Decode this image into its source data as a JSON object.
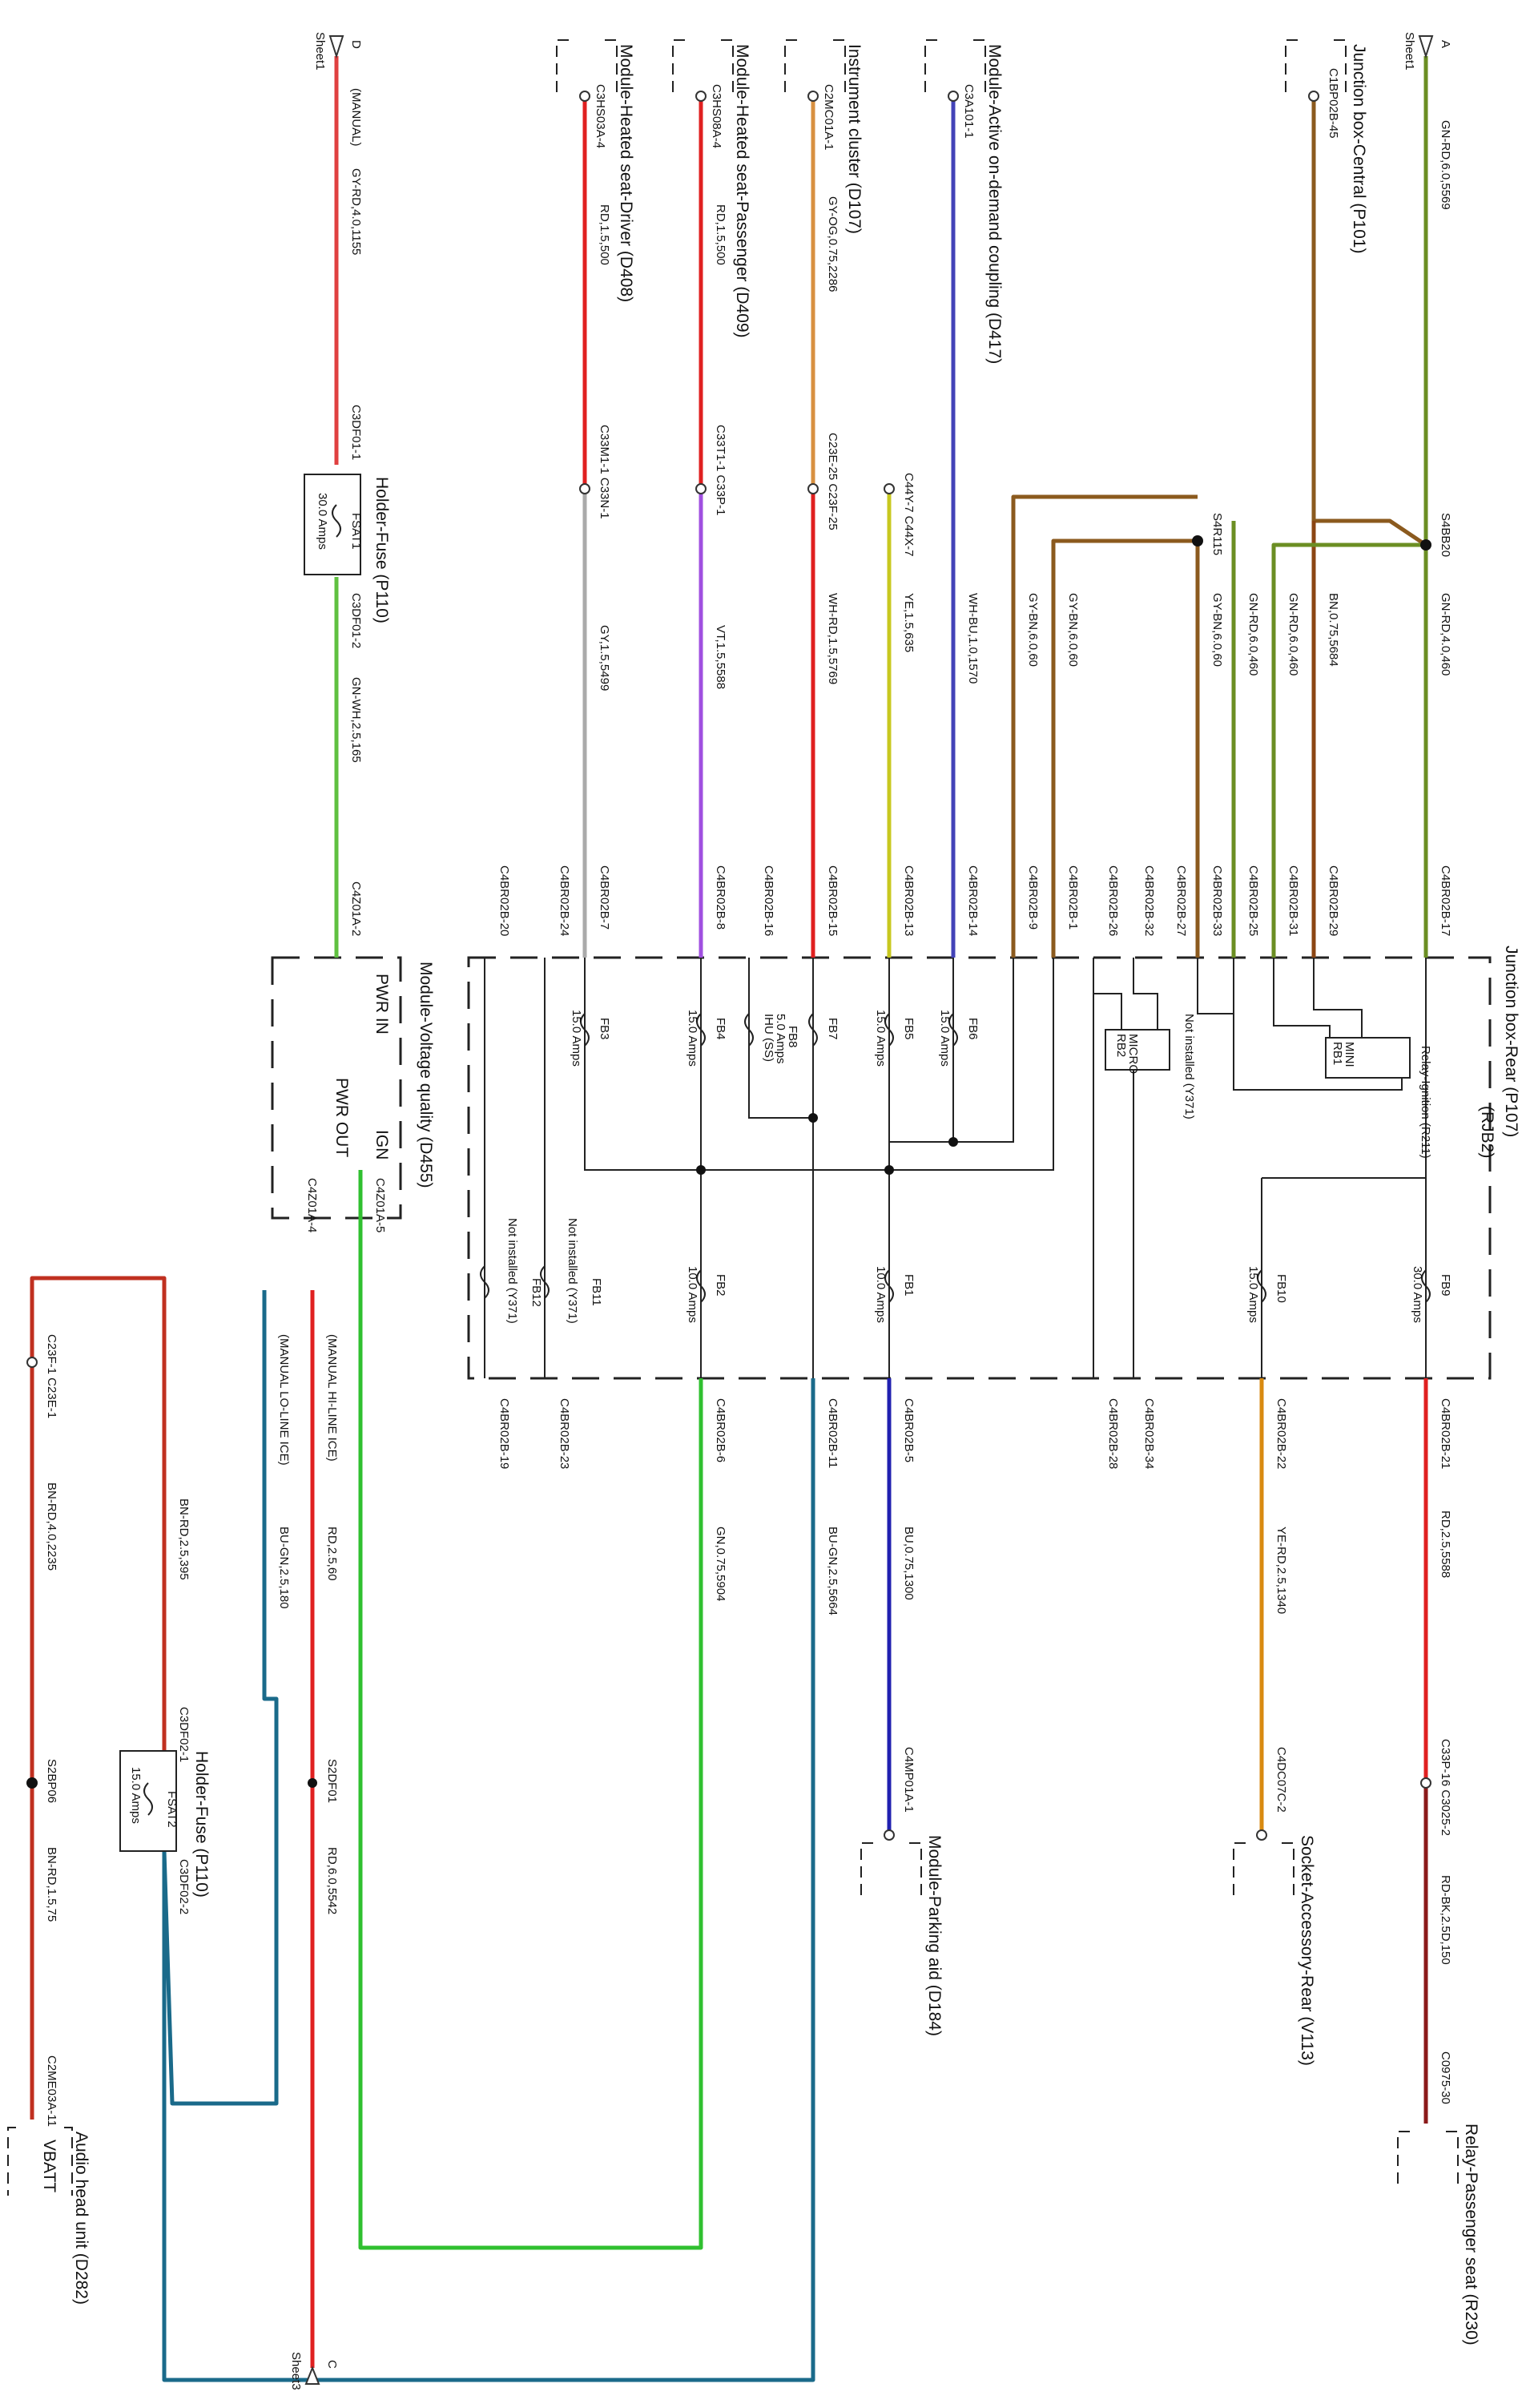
{
  "sheet_refs": {
    "a": {
      "letter": "A",
      "sheet": "Sheet1"
    },
    "d": {
      "letter": "D",
      "sheet": "Sheet1"
    },
    "c": {
      "letter": "C",
      "sheet": "Sheet3"
    }
  },
  "modules": {
    "junction_central": "Junction box-Central (P101)",
    "active_coupling": "Module-Active on-demand coupling (D417)",
    "instrument_cluster": "Instrument cluster (D107)",
    "heated_passenger": "Module-Heated seat-Passenger (D409)",
    "heated_driver": "Module-Heated seat-Driver (D408)",
    "junction_rear": "Junction box-Rear (P107)",
    "junction_rear_code": "(RJB2)",
    "voltage_quality": "Module-Voltage quality (D455)",
    "relay_passenger_seat": "Relay-Passenger seat (R230)",
    "socket_accessory": "Socket-Accessory-Rear (V113)",
    "parking_aid": "Module-Parking aid (D184)",
    "audio_head_unit": "Audio head unit (D282)"
  },
  "voltage_module": {
    "pwr_in": "PWR IN",
    "pwr_out": "PWR OUT",
    "ign": "IGN"
  },
  "audio_pin": "VBATT",
  "holder_fuses": [
    {
      "title": "Holder-Fuse (P110)",
      "id": "FSAT1",
      "rating": "30.0 Amps"
    },
    {
      "title": "Holder-Fuse (P110)",
      "id": "FSAT2",
      "rating": "15.0 Amps"
    }
  ],
  "relays": {
    "ignition": "Relay-Ignition (R211)",
    "rb1": "RB1",
    "mini": "MINI",
    "not_installed": "Not installed (Y371)",
    "rb2": "RB2",
    "micro": "MICRO"
  },
  "fuses": [
    {
      "id": "FB9",
      "rating": "30.0 Amps"
    },
    {
      "id": "FB10",
      "rating": "15.0 Amps"
    },
    {
      "id": "FB6",
      "rating": "15.0 Amps"
    },
    {
      "id": "FB5",
      "rating": "15.0 Amps"
    },
    {
      "id": "FB8",
      "rating": "5.0 Amps",
      "note": "IHU (SS)"
    },
    {
      "id": "FB7"
    },
    {
      "id": "FB4",
      "rating": "15.0 Amps"
    },
    {
      "id": "FB3",
      "rating": "15.0 Amps"
    },
    {
      "id": "FB1",
      "rating": "10.0 Amps"
    },
    {
      "id": "FB2",
      "rating": "10.0 Amps"
    },
    {
      "id": "FB11",
      "note": "Not installed (Y371)"
    },
    {
      "id": "FB12",
      "note": "Not installed (Y371)"
    }
  ],
  "texts": {
    "c1bp02b45": "C1BP02B-45",
    "gnrd6_5569": "GN-RD,6.0,5569",
    "s4bb20": "S4BB20",
    "gnrd4_460": "GN-RD,4.0,460",
    "bn075_5684": "BN,0.75,5684",
    "gnrd6_460a": "GN-RD,6.0,460",
    "gnrd6_460b": "GN-RD,6.0,460",
    "s4r115": "S4R115",
    "gybn6_60a": "GY-BN,6.0,60",
    "gybn6_60b": "GY-BN,6.0,60",
    "gybn6_60c": "GY-BN,6.0,60",
    "c3a101": "C3A101-1",
    "wh_bu": "WH-BU,1.0,1570",
    "c44x": "C44Y-7 C44X-7",
    "ye": "YE,1.5,635",
    "c2mc01a": "C2MC01A-1",
    "gyog": "GY-OG,0.75,2286",
    "c23e25": "C23E-25 C23F-25",
    "whrd": "WH-RD,1.5,5769",
    "c3hs08a": "C3HS08A-4",
    "rd_pass": "RD,1.5,500",
    "c33t1": "C33T1-1 C33P-1",
    "vt": "VT,1.5,5588",
    "c3hs03a": "C3HS03A-4",
    "rd_drv": "RD,1.5,500",
    "c33m1": "C33M1-1 C33N-1",
    "gy": "GY,1.5,5499",
    "manual": "(MANUAL)",
    "gyrd": "GY-RD,4.0,1155",
    "c3df01_1": "C3DF01-1",
    "c3df01_2": "C3DF01-2",
    "gnwh": "GN-WH,2.5,165",
    "c4z01a2": "C4Z01A-2",
    "c4z01a4": "C4Z01A-4",
    "c4z01a5": "C4Z01A-5",
    "p17": "C4BR02B-17",
    "p29": "C4BR02B-29",
    "p31": "C4BR02B-31",
    "p25": "C4BR02B-25",
    "p33": "C4BR02B-33",
    "p27": "C4BR02B-27",
    "p32": "C4BR02B-32",
    "p26": "C4BR02B-26",
    "p1": "C4BR02B-1",
    "p9": "C4BR02B-9",
    "p14": "C4BR02B-14",
    "p13": "C4BR02B-13",
    "p15": "C4BR02B-15",
    "p16": "C4BR02B-16",
    "p8": "C4BR02B-8",
    "p7": "C4BR02B-7",
    "p24": "C4BR02B-24",
    "p20": "C4BR02B-20",
    "p21": "C4BR02B-21",
    "p22": "C4BR02B-22",
    "p34": "C4BR02B-34",
    "p28": "C4BR02B-28",
    "p5": "C4BR02B-5",
    "p11": "C4BR02B-11",
    "p6": "C4BR02B-6",
    "p23": "C4BR02B-23",
    "p19": "C4BR02B-19",
    "rd25_5588": "RD,2.5,5588",
    "c33p16": "C33P-16 C3025-2",
    "rdbk": "RD-BK,2.5D,150",
    "c0975": "C0975-30",
    "yerd": "YE-RD,2.5,1340",
    "c4dc07c": "C4DC07C-2",
    "bu075": "BU,0.75,1300",
    "c4mp01a": "C4MP01A-1",
    "bugn_5664": "BU-GN,2.5,5664",
    "gn075": "GN,0.75,5904",
    "manual_hi": "(MANUAL HI-LINE ICE)",
    "rd25_60": "RD,2.5,60",
    "manual_lo": "(MANUAL LO-LINE ICE)",
    "bugn_180": "BU-GN,2.5,180",
    "s2df01": "S2DF01",
    "rd6_5542": "RD,6.0,5542",
    "c3df02_1": "C3DF02-1",
    "c3df02_2": "C3DF02-2",
    "bnrd25_395": "BN-RD,2.5,395",
    "c23f1": "C23F-1 C23E-1",
    "bnrd4_2235": "BN-RD,4.0,2235",
    "s2bp06": "S2BP06",
    "bnrd15_75": "BN-RD,1.5,75",
    "c2me03a": "C2ME03A-11"
  }
}
